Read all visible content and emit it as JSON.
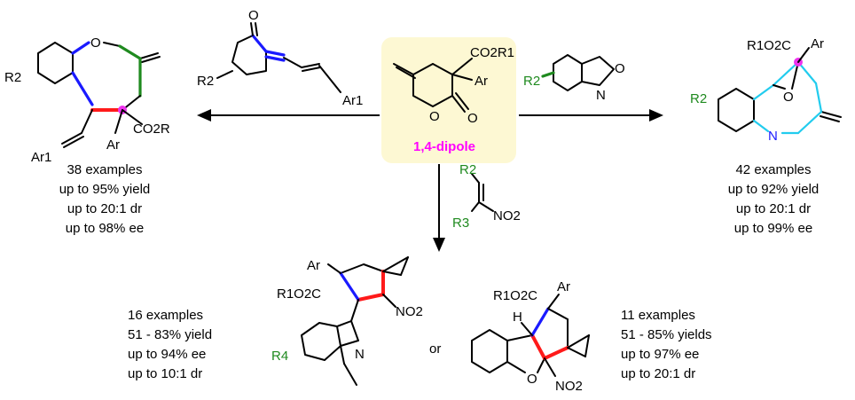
{
  "colors": {
    "dipole_highlight": "#fdf8d3",
    "dipole_label": "#ff00ff",
    "bond_blue": "#1a1aff",
    "bond_green": "#1f8a1f",
    "bond_red": "#ff1a1a",
    "bond_cyan": "#22ccee",
    "substituent_green": "#1f8a1f",
    "stereocenter_dot": "#ee33ee"
  },
  "center": {
    "label": "1,4-dipole",
    "atoms": {
      "ester": "CO2R1",
      "aryl": "Ar",
      "ring_o": "O",
      "carbonyl_o": "O"
    }
  },
  "reagents": {
    "left": {
      "carbonyl_o": "O",
      "sub": "R2",
      "aryl": "Ar1"
    },
    "right": {
      "sub": "R2",
      "o": "O",
      "n": "N"
    },
    "down": {
      "r2": "R2",
      "r3": "R3",
      "nitro": "NO2"
    }
  },
  "products": {
    "left": {
      "labels": {
        "r2": "R2",
        "o": "O",
        "ar1": "Ar1",
        "ar": "Ar",
        "ester": "CO2R"
      },
      "stats": [
        "38 examples",
        "up to 95% yield",
        "up to 20:1 dr",
        "up to 98% ee"
      ]
    },
    "right": {
      "labels": {
        "ester": "R1O2C",
        "ar": "Ar",
        "r2": "R2",
        "o": "O",
        "n": "N"
      },
      "stats": [
        "42 examples",
        "up to 92% yield",
        "up to 20:1 dr",
        "up to 99% ee"
      ]
    },
    "bottom_left": {
      "labels": {
        "ar": "Ar",
        "ester": "R1O2C",
        "nitro": "NO2",
        "r4": "R4",
        "n": "N"
      },
      "stats": [
        "16 examples",
        "51 - 83% yield",
        "up to 94% ee",
        "up to 10:1 dr"
      ]
    },
    "bottom_right": {
      "labels": {
        "ester": "R1O2C",
        "ar": "Ar",
        "h": "H",
        "o": "O",
        "nitro": "NO2"
      },
      "stats": [
        "11 examples",
        "51 - 85% yields",
        "up to 97% ee",
        "up to 20:1 dr"
      ]
    },
    "or_label": "or"
  }
}
